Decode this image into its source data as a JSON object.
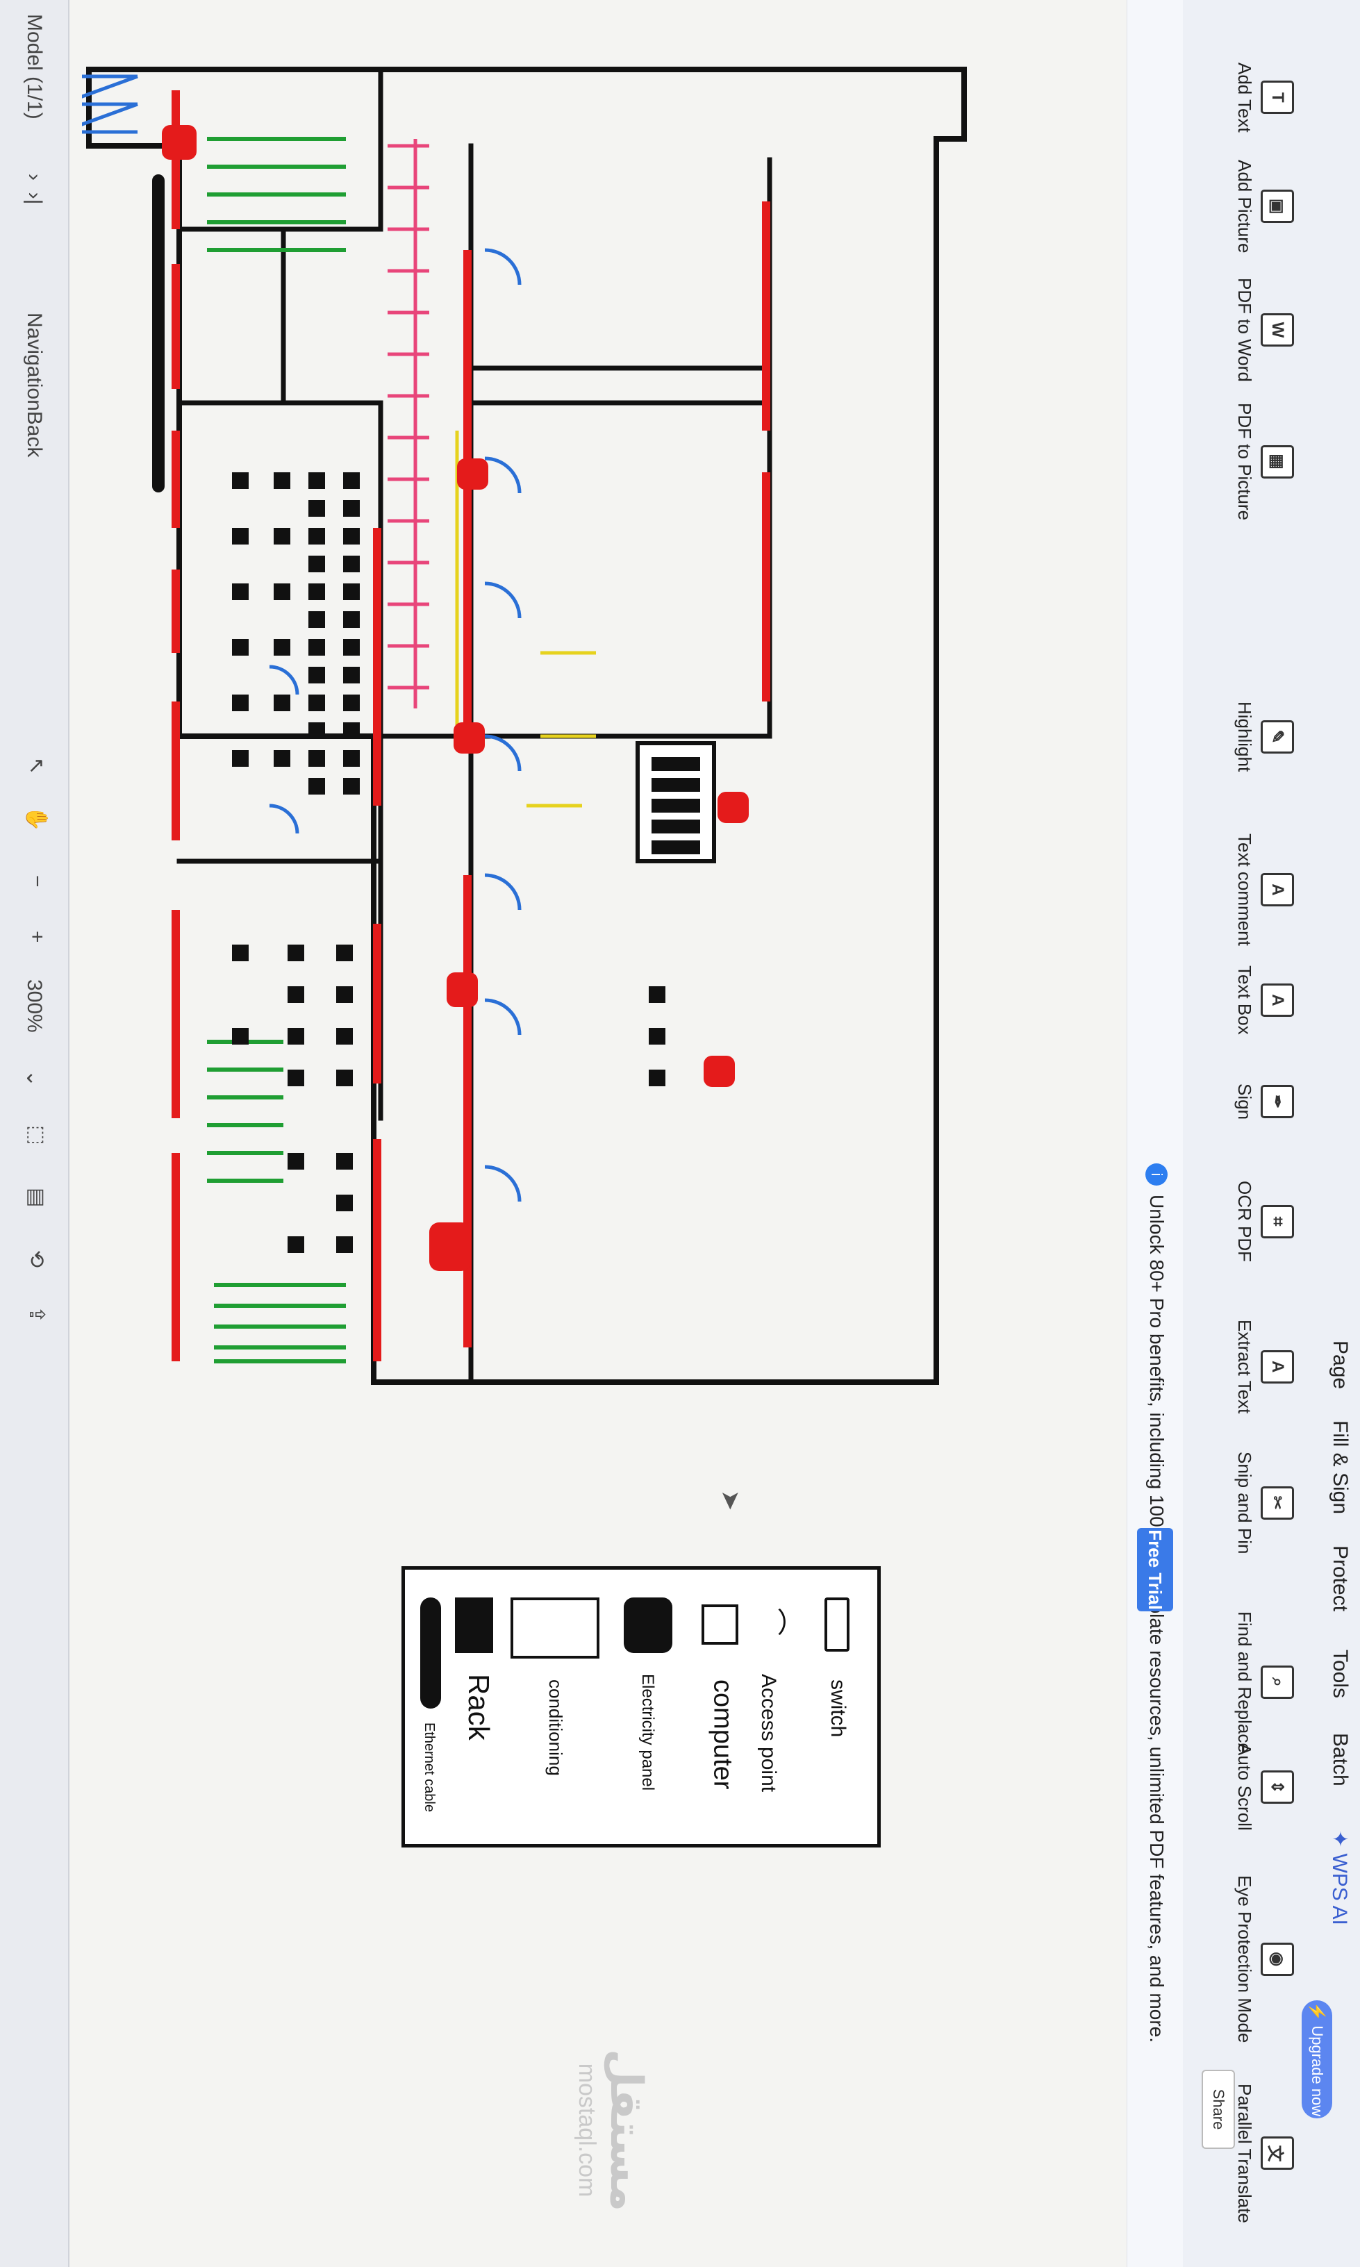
{
  "ribbon": {
    "tabs": [
      "Page",
      "Fill & Sign",
      "Protect",
      "Tools",
      "Batch",
      "WPS AI"
    ],
    "upgrade_label": "Upgrade now",
    "share_label": "Share",
    "tools": [
      {
        "label": "Add Text",
        "icon": "add-text-icon",
        "glyph": "T"
      },
      {
        "label": "Add Picture",
        "icon": "add-picture-icon",
        "glyph": "▣"
      },
      {
        "label": "PDF to Word",
        "icon": "pdf-to-word-icon",
        "glyph": "W"
      },
      {
        "label": "PDF to Picture",
        "icon": "pdf-to-picture-icon",
        "glyph": "▦"
      },
      {
        "label": "Highlight",
        "icon": "highlight-icon",
        "glyph": "✎"
      },
      {
        "label": "Text comment",
        "icon": "text-comment-icon",
        "glyph": "A"
      },
      {
        "label": "Text Box",
        "icon": "text-box-icon",
        "glyph": "A"
      },
      {
        "label": "Sign",
        "icon": "sign-icon",
        "glyph": "✒"
      },
      {
        "label": "OCR PDF",
        "icon": "ocr-pdf-icon",
        "glyph": "⌗"
      },
      {
        "label": "Extract Text",
        "icon": "extract-text-icon",
        "glyph": "A"
      },
      {
        "label": "Snip and Pin",
        "icon": "snip-and-pin-icon",
        "glyph": "✂"
      },
      {
        "label": "Find and Replace",
        "icon": "find-replace-icon",
        "glyph": "⌕"
      },
      {
        "label": "Auto Scroll",
        "icon": "auto-scroll-icon",
        "glyph": "⇕"
      },
      {
        "label": "Eye Protection Mode",
        "icon": "eye-icon",
        "glyph": "◉"
      },
      {
        "label": "Parallel Translate",
        "icon": "translate-icon",
        "glyph": "文"
      }
    ]
  },
  "banner": {
    "text": "Unlock 80+ Pro benefits, including 100,000 template resources, unlimited PDF features, and more.",
    "button": "Free Trial"
  },
  "statusbar": {
    "model": "Model (1/1)",
    "navigation": "NavigationBack",
    "zoom": "300%"
  },
  "legend": {
    "items": [
      {
        "label": "switch",
        "icon": "switch-icon"
      },
      {
        "label": "Access point",
        "icon": "access-point-icon"
      },
      {
        "label": "computer",
        "icon": "computer-icon"
      },
      {
        "label": "Electricity panel",
        "icon": "electricity-panel-icon"
      },
      {
        "label": "conditioning",
        "icon": "air-conditioning-icon"
      },
      {
        "label": "Rack",
        "icon": "rack-icon"
      },
      {
        "label": "Ethernet cable",
        "icon": "ethernet-cable-icon"
      }
    ]
  },
  "watermark": {
    "arabic": "مستقل",
    "latin": "mostaql.com"
  },
  "colors": {
    "wall": "#111111",
    "red": "#e41b1b",
    "blue": "#2a6fd6",
    "green": "#1f9e33",
    "pink": "#e8457a",
    "yellow": "#e6d21e"
  }
}
